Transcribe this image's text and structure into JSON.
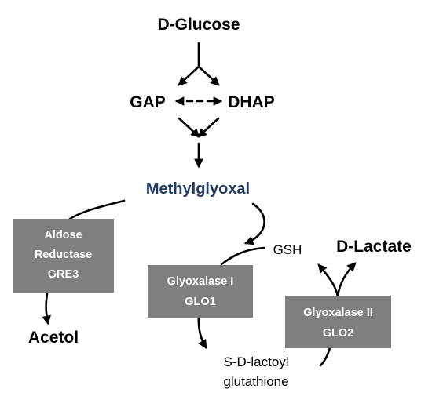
{
  "nodes": {
    "d_glucose": "D-Glucose",
    "gap": "GAP",
    "dhap": "DHAP",
    "methylglyoxal": "Methylglyoxal",
    "gsh": "GSH",
    "d_lactate": "D-Lactate",
    "acetol": "Acetol",
    "sdlg_line1": "S-D-lactoyl",
    "sdlg_line2": "glutathione"
  },
  "enzymes": {
    "aldose": [
      "Aldose",
      "Reductase",
      "GRE3"
    ],
    "glo1": [
      "Glyoxalase I",
      "GLO1"
    ],
    "glo2": [
      "Glyoxalase II",
      "GLO2"
    ]
  },
  "colors": {
    "methylglyoxal_text": "#1f3864",
    "enzyme_box": "#7f7f7f",
    "enzyme_text": "#ffffff",
    "arrow": "#000000"
  }
}
